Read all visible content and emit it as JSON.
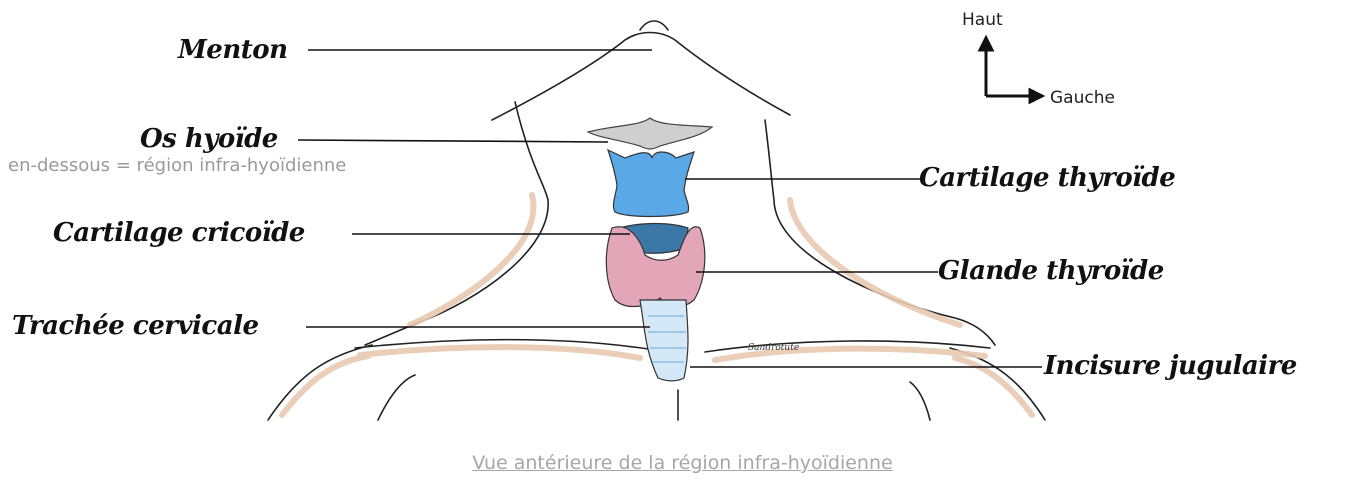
{
  "labels": {
    "menton": "Menton",
    "os_hyoide": "Os hyoïde",
    "cartilage_cricoide": "Cartilage cricoïde",
    "trachee_cervicale": "Trachée cervicale",
    "cartilage_thyroide": "Cartilage thyroïde",
    "glande_thyroide": "Glande thyroïde",
    "incisure_jugulaire": "Incisure jugulaire"
  },
  "note": "en-dessous = région infra-hyoïdienne",
  "orientation": {
    "up": "Haut",
    "left": "Gauche"
  },
  "signature": "Sandrotute",
  "caption": "Vue antérieure de la région infra-hyoïdienne",
  "colors": {
    "thyroid_cartilage": "#5aa9e6",
    "cricoid": "#3b78a8",
    "thyroid_gland": "#e3a6b9",
    "hyoid": "#cfcfcf",
    "skin_shade": "#e9c9b1",
    "trachea": "#d5e8f8"
  }
}
